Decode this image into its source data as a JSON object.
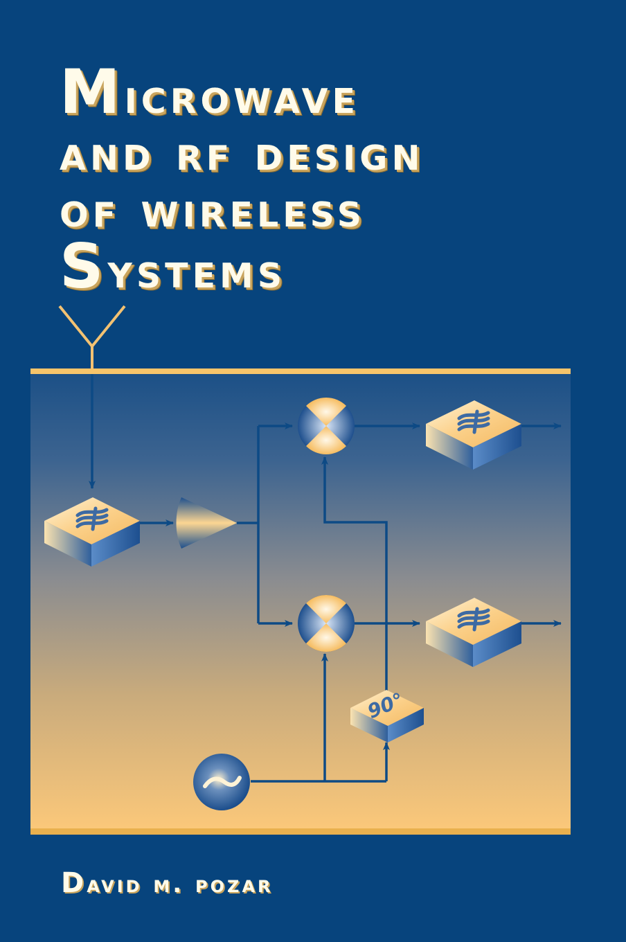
{
  "cover": {
    "title_lines": [
      {
        "first": "M",
        "rest": "icrowave"
      },
      {
        "first": "a",
        "rest": "nd RF Design"
      },
      {
        "first": "o",
        "rest": "f Wireless"
      },
      {
        "first": "S",
        "rest": "ystems"
      }
    ],
    "title_full": "Microwave and RF Design of Wireless Systems",
    "author": {
      "first": "D",
      "rest": "avid M. Pozar",
      "full": "David M. Pozar"
    }
  },
  "colors": {
    "background": "#07447d",
    "gold": "#f7c46a",
    "gold_dark": "#e9b04e",
    "panel_top": "#1a4f86",
    "panel_mid": "#8e8e8c",
    "panel_bottom": "#fdc97a",
    "line": "#0d4a85",
    "title_text": "#fffbea"
  },
  "diagram": {
    "blocks": [
      {
        "id": "antenna",
        "label": "antenna"
      },
      {
        "id": "input-filter",
        "label": "filter"
      },
      {
        "id": "amplifier",
        "label": "amplifier"
      },
      {
        "id": "mixer-i",
        "label": "mixer"
      },
      {
        "id": "mixer-q",
        "label": "mixer"
      },
      {
        "id": "filter-i",
        "label": "filter"
      },
      {
        "id": "filter-q",
        "label": "filter"
      },
      {
        "id": "phase-shifter",
        "label": "90°"
      },
      {
        "id": "local-oscillator",
        "label": "~"
      }
    ],
    "phase_label": "90°",
    "osc_symbol": "~"
  }
}
